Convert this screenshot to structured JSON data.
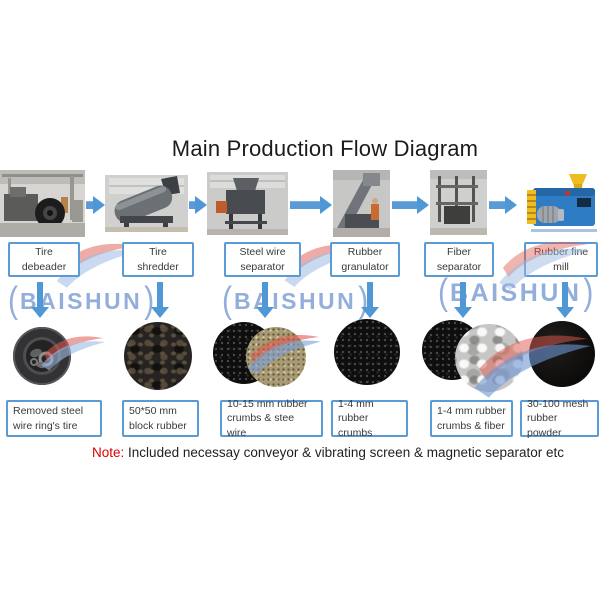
{
  "title": "Main Production Flow Diagram",
  "watermark": {
    "brand": "BAISHUN"
  },
  "stages": [
    {
      "machine": "Tire debeader",
      "output": "Removed steel wire ring's tire"
    },
    {
      "machine": "Tire shredder",
      "output": "50*50 mm block rubber"
    },
    {
      "machine": "Steel wire separator",
      "output": "10-15 mm rubber crumbs & stee wire"
    },
    {
      "machine": "Rubber granulator",
      "output": "1-4 mm rubber crumbs"
    },
    {
      "machine": "Fiber separator",
      "output": "1-4 mm rubber crumbs & fiber"
    },
    {
      "machine": "Rubber fine mill",
      "output": "30-100 mesh rubber powder"
    }
  ],
  "note": {
    "label": "Note:",
    "text": "Included necessay conveyor & vibrating screen & magnetic separator etc"
  },
  "colors": {
    "arrow_blue": "#4f97d5",
    "box_border_blue": "#5b9bd5",
    "note_red": "#e00000",
    "watermark_blue": "#688fcd",
    "watermark_red": "#e05a4e"
  }
}
